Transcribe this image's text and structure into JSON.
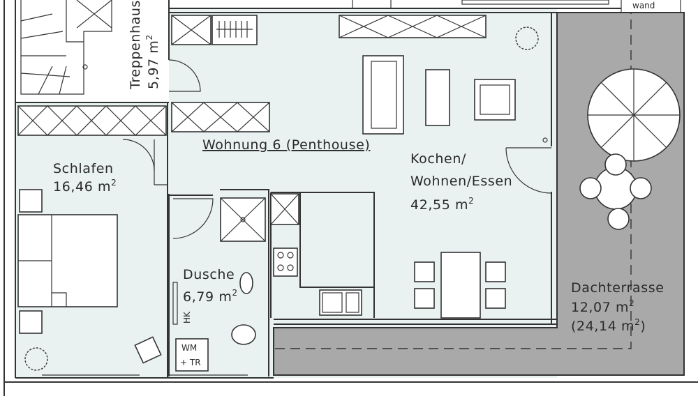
{
  "rooms": {
    "stair": {
      "name": "Treppenhaus",
      "area": "5,97 m",
      "sup": "2"
    },
    "schlafen": {
      "name": "Schlafen",
      "area": "16,46 m",
      "sup": "2"
    },
    "wohnung": {
      "name": "Wohnung 6 (Penthouse)"
    },
    "kochen": {
      "line1": "Kochen/",
      "line2": "Wohnen/Essen",
      "area": "42,55 m",
      "sup": "2"
    },
    "dusche": {
      "name": "Dusche",
      "area": "6,79 m",
      "sup": "2"
    },
    "terrasse": {
      "name": "Dachterrasse",
      "area": "12,07 m",
      "sup": "2",
      "area2_open": "(24,14 m",
      "area2_sup": "2",
      "area2_close": ")"
    }
  },
  "labels": {
    "wand": "wand",
    "hk": "HK",
    "wm": "WM",
    "tr": "+ TR"
  },
  "colors": {
    "terrace": "#a9a9a9",
    "room_fill": "#e9f1f1"
  }
}
